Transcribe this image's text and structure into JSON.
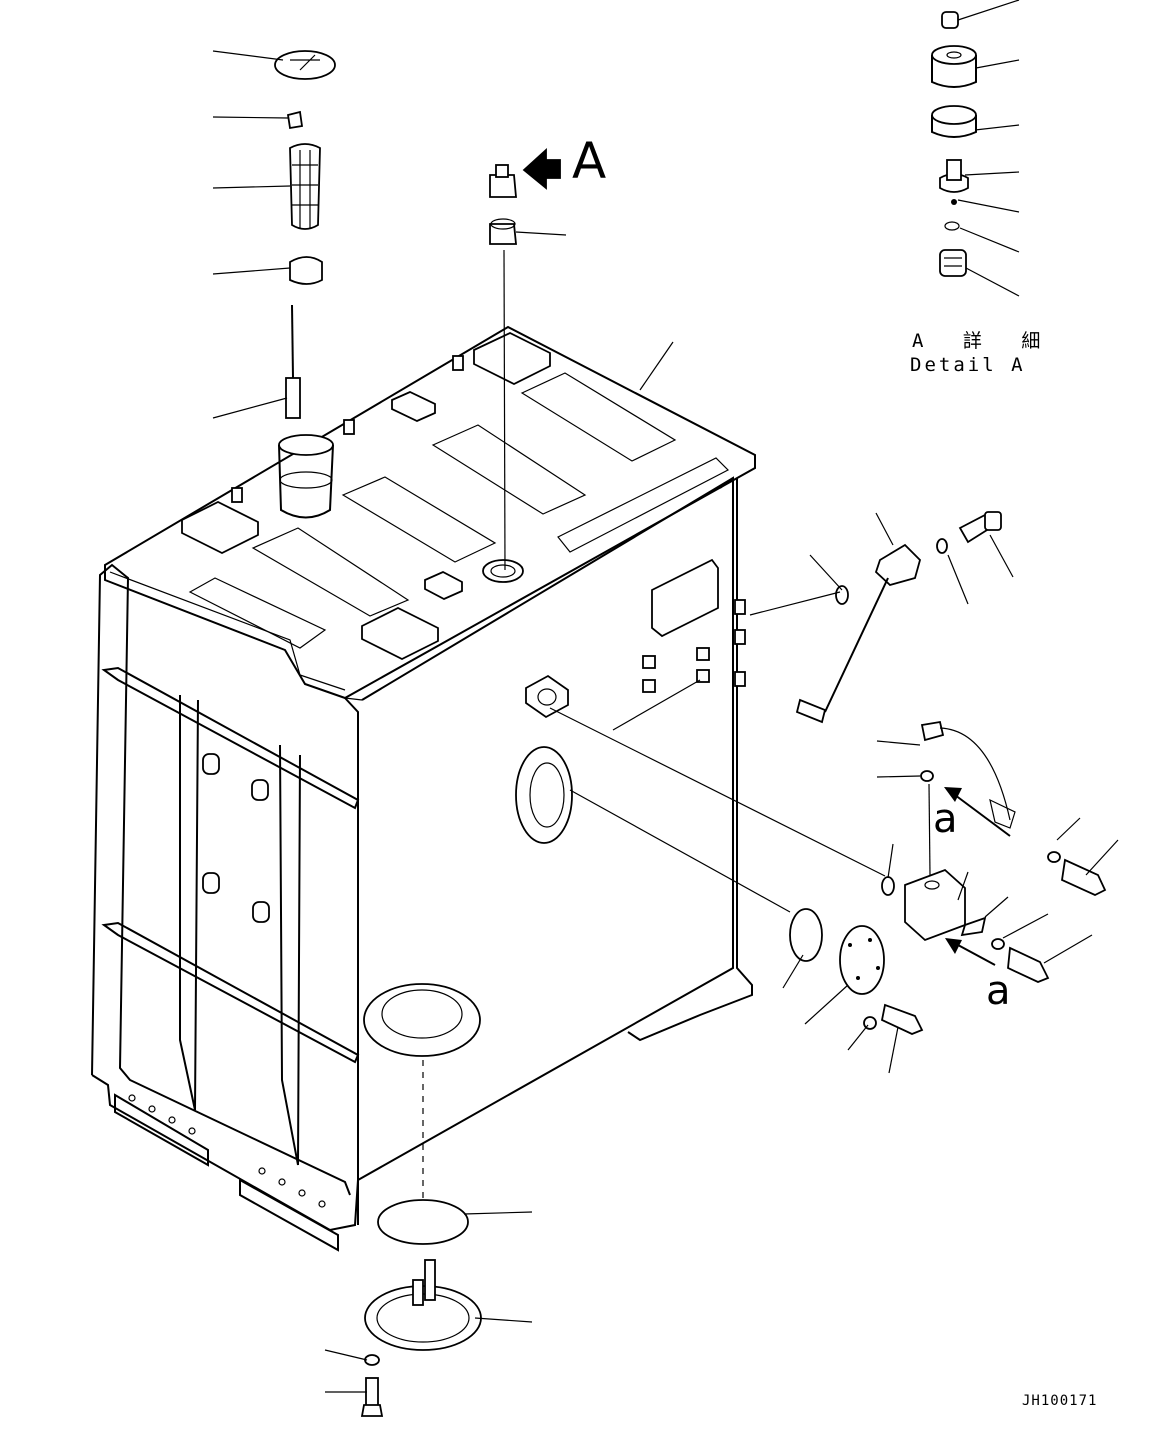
{
  "labels": {
    "view_arrow": "A",
    "detail_title_jp": "A 詳 細",
    "detail_title_en": "Detail A",
    "callout_top": "a",
    "callout_bottom": "a",
    "drawing_number": "JH100171"
  },
  "colors": {
    "line": "#000000",
    "background": "#ffffff"
  }
}
